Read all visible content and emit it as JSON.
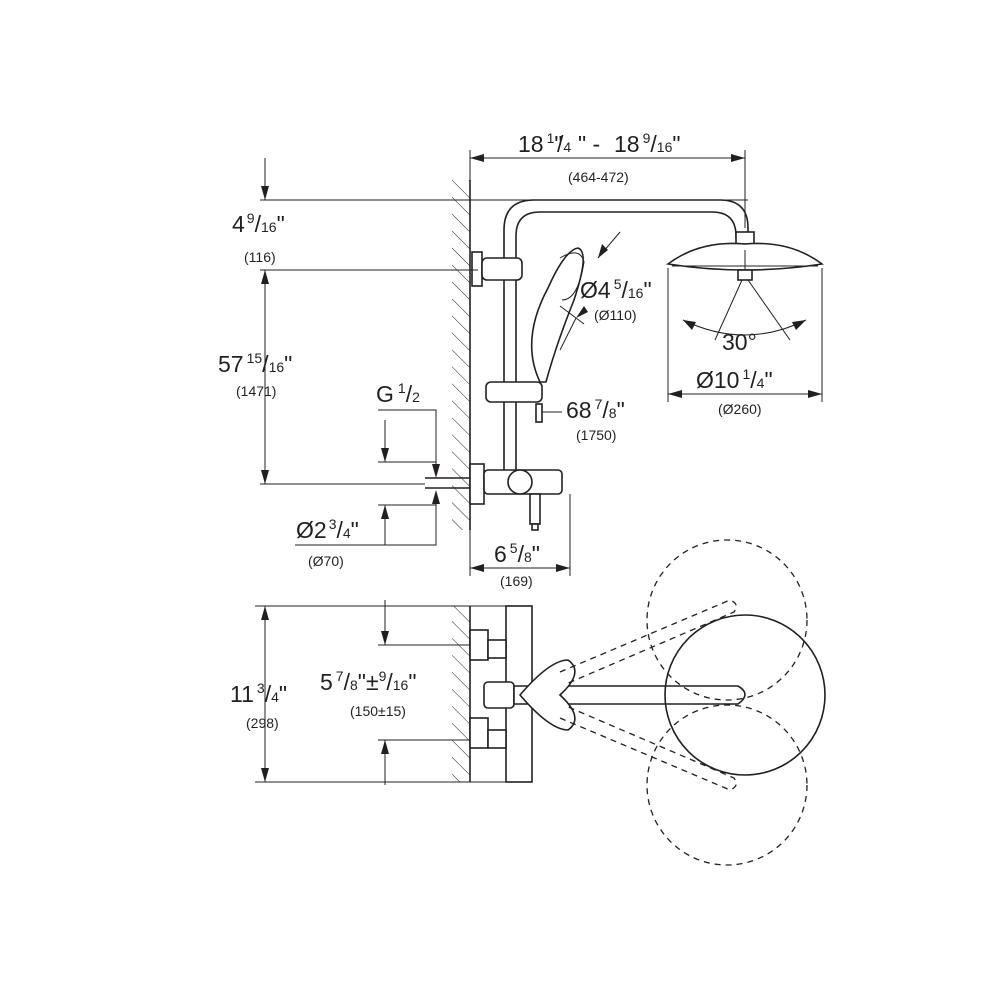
{
  "dimensions": {
    "top_width": {
      "a_whole": "18",
      "a_num": "1",
      "a_den": "4",
      "sep": "\" - ",
      "b_whole": "18",
      "b_num": "9",
      "b_den": "16",
      "close": "\"",
      "metric": "(464-472)"
    },
    "arm_height": {
      "whole": "4",
      "num": "9",
      "den": "16",
      "close": "\"",
      "metric": "(116)"
    },
    "bar_height": {
      "whole": "57",
      "num": "15",
      "den": "16",
      "close": "\"",
      "metric": "(1471)"
    },
    "hand_shower": {
      "prefix": "Ø4",
      "num": "5",
      "den": "16",
      "close": "\"",
      "metric": "(Ø110)"
    },
    "angle": {
      "text": "30",
      "unit": "°"
    },
    "head_diameter": {
      "prefix": "Ø10",
      "num": "1",
      "den": "4",
      "close": "\"",
      "metric": "(Ø260)"
    },
    "thread": {
      "prefix": "G",
      "num": "1",
      "den": "2"
    },
    "total_height": {
      "whole": "68",
      "num": "7",
      "den": "8",
      "close": "\"",
      "metric": "(1750)"
    },
    "escutcheon": {
      "prefix": "Ø2",
      "num": "3",
      "den": "4",
      "close": "\"",
      "metric": "(Ø70)"
    },
    "projection": {
      "whole": "6",
      "num": "5",
      "den": "8",
      "close": "\"",
      "metric": "(169)"
    },
    "top_view_height": {
      "whole": "11",
      "num": "3",
      "den": "4",
      "close": "\"",
      "metric": "(298)"
    },
    "centers": {
      "whole": "5",
      "num": "7",
      "den": "8",
      "pm": "\"±",
      "num2": "9",
      "den2": "16",
      "close": "\"",
      "metric": "(150±15)"
    }
  }
}
